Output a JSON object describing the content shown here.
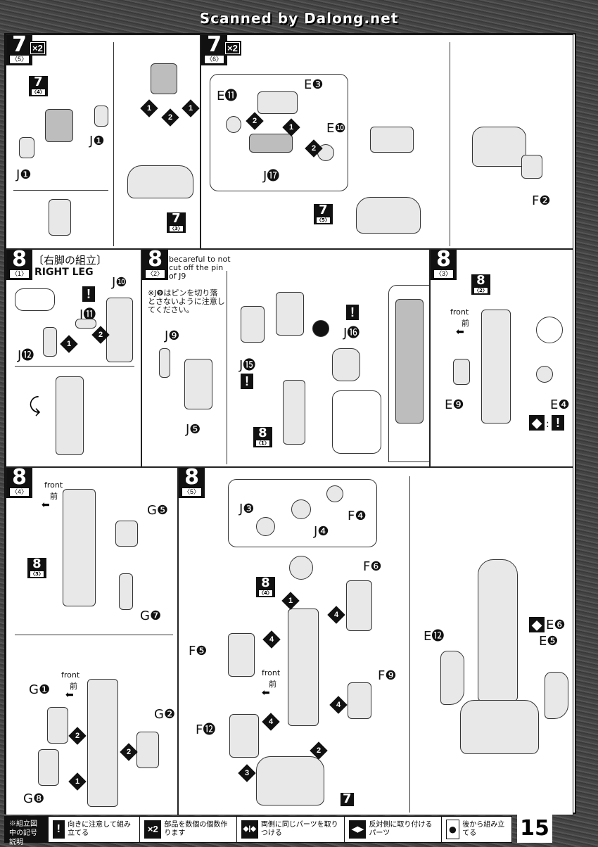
{
  "scan_credit": "Scanned by Dalong.net",
  "page_number": "15",
  "steps": {
    "s7_5": {
      "num": "7",
      "sub": "〈5〉",
      "multiplier": "×2",
      "refs": [
        {
          "num": "7",
          "sub": "〈4〉"
        },
        {
          "num": "7",
          "sub": "〈3〉"
        }
      ],
      "parts": [
        "J❶",
        "J❶"
      ],
      "orders": [
        "1",
        "2",
        "1"
      ]
    },
    "s7_6": {
      "num": "7",
      "sub": "〈6〉",
      "multiplier": "×2",
      "parts": [
        "E⓫",
        "E❸",
        "E❿",
        "J⓱",
        "F❷"
      ],
      "orders": [
        "2",
        "1",
        "2"
      ],
      "refs": [
        {
          "num": "7",
          "sub": "〈5〉"
        }
      ]
    },
    "s8_1": {
      "num": "8",
      "sub": "〈1〉",
      "title_jp": "〔右脚の組立〕",
      "title_en": "RIGHT LEG",
      "parts": [
        "J❿",
        "J⓫",
        "J⓬"
      ],
      "orders": [
        "1",
        "2"
      ]
    },
    "s8_2": {
      "num": "8",
      "sub": "〈2〉",
      "note_en": "becareful to not cut off the pin of J9",
      "note_jp": "※J❾はピンを切り落とさないように注意してください。",
      "parts": [
        "J❾",
        "J❺",
        "J⓯",
        "J⓰"
      ],
      "refs": [
        {
          "num": "8",
          "sub": "〈1〉"
        }
      ]
    },
    "s8_3": {
      "num": "8",
      "sub": "〈3〉",
      "front_en": "front",
      "front_jp": "前",
      "parts": [
        "E❾",
        "E❹"
      ],
      "refs": [
        {
          "num": "8",
          "sub": "〈2〉"
        }
      ]
    },
    "s8_4": {
      "num": "8",
      "sub": "〈4〉",
      "front_en": "front",
      "front_jp": "前",
      "parts": [
        "G❺",
        "G❼",
        "G❶",
        "G❷",
        "G❽"
      ],
      "orders": [
        "2",
        "2",
        "1"
      ],
      "refs": [
        {
          "num": "8",
          "sub": "〈3〉"
        }
      ]
    },
    "s8_5": {
      "num": "8",
      "sub": "〈5〉",
      "front_en": "front",
      "front_jp": "前",
      "parts": [
        "J❸",
        "J❹",
        "F❹",
        "F❻",
        "F❺",
        "F❾",
        "F⓬",
        "E⓬",
        "E❺",
        "E❻"
      ],
      "orders": [
        "1",
        "4",
        "4",
        "4",
        "4",
        "2",
        "3"
      ],
      "refs": [
        {
          "num": "8",
          "sub": "〈4〉"
        },
        {
          "num": "7",
          "sub": ""
        }
      ]
    }
  },
  "footer": {
    "title": "※組立図中の記号説明",
    "legend": [
      {
        "icon": "!",
        "icon_name": "warning-icon",
        "text": "向きに注意して組み立てる"
      },
      {
        "icon": "×2",
        "icon_name": "multiply-icon",
        "text": "部品を数個の個数作ります"
      },
      {
        "icon": "◆|◆",
        "icon_name": "symmetric-icon",
        "text": "両側に同じパーツを取りつける"
      },
      {
        "icon": "◀▶",
        "icon_name": "opposite-side-icon",
        "text": "反対側に取り付けるパーツ"
      },
      {
        "icon": "●",
        "icon_name": "back-assembly-icon",
        "text": "後から組み立てる"
      }
    ]
  }
}
